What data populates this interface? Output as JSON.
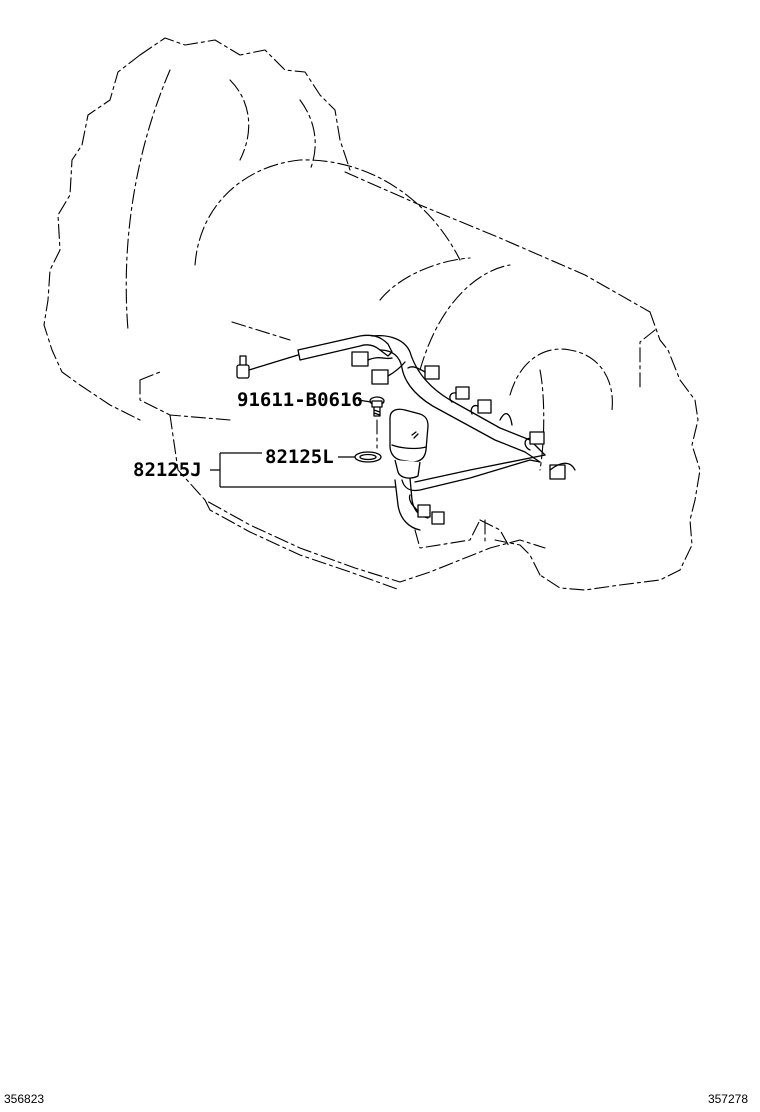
{
  "callouts": {
    "bolt": "91611-B0616",
    "gasket": "82125L",
    "harness": "82125J"
  },
  "footer": {
    "left_code": "356823",
    "right_code": "357278"
  },
  "colors": {
    "ink": "#000000",
    "paper": "#ffffff"
  }
}
